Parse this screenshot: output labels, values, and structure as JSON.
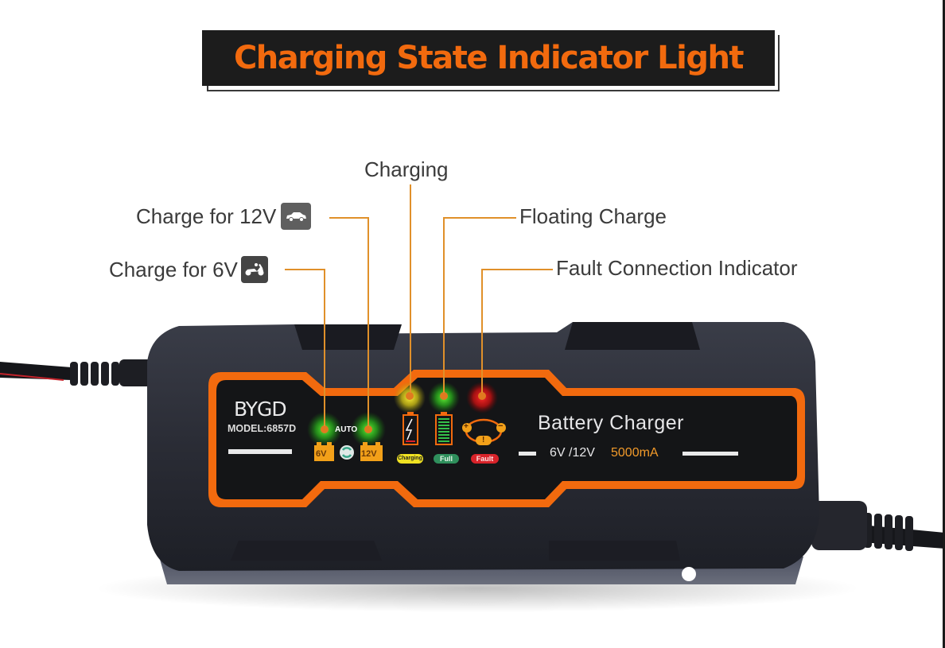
{
  "title": "Charging State Indicator Light",
  "callouts": {
    "charging": "Charging",
    "charge_12v": "Charge for 12V",
    "charge_6v": "Charge for 6V",
    "floating": "Floating Charge",
    "fault": "Fault Connection Indicator"
  },
  "icons": {
    "charge_12v": "car-icon",
    "charge_6v": "scooter-icon"
  },
  "device": {
    "brand": "BYGD",
    "model": "MODEL:6857D",
    "auto_label": "AUTO",
    "badge_6v": "6V",
    "badge_12v": "12V",
    "status_charging": "Charging",
    "status_full": "Full",
    "status_fault": "Fault",
    "product_name": "Battery Charger",
    "voltage": "6V /12V",
    "current": "5000mA",
    "fault_symbol": "!",
    "plus": "+",
    "minus": "−"
  },
  "colors": {
    "accent_orange": "#f26a0e",
    "led_green": "#3ee82a",
    "led_yellow": "#f3e41c",
    "led_red": "#ff1b1b",
    "leader_line": "#e0902a",
    "body_dark": "#2a2d36",
    "panel_black": "#141517"
  }
}
